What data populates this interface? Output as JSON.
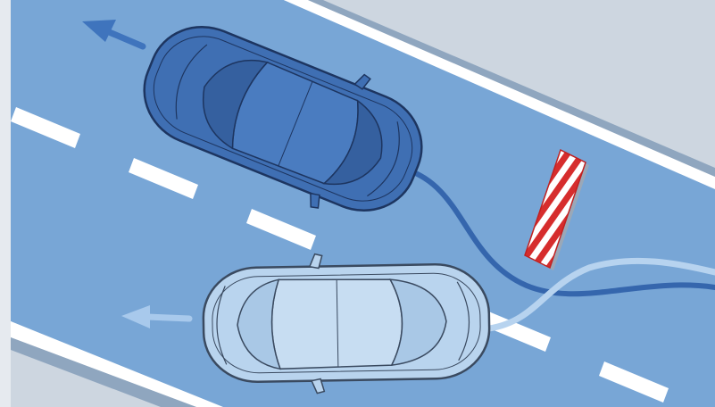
{
  "scene": {
    "description_labels": [],
    "colors": {
      "road": "#78a6d6",
      "road_dark": "#5f8fc4",
      "shoulder": "#cdd6e0",
      "curb": "#8fa6bf",
      "lane_line": "#ffffff",
      "car_dark_body": "#3f6fb3",
      "car_dark_outline": "#1d3560",
      "car_light_body": "#b9d4ee",
      "car_light_outline": "#3a4a60",
      "path_dark": "#3566ad",
      "path_light": "#b7d3ef",
      "arrow_dark": "#3f74bd",
      "arrow_light": "#a8c9ec",
      "barrier_red": "#d62d2d",
      "barrier_white": "#ffffff",
      "barrier_shadow": "#9aa8b8"
    },
    "icons": [
      "direction-arrow-dark",
      "direction-arrow-light",
      "hazard-barrier"
    ]
  }
}
